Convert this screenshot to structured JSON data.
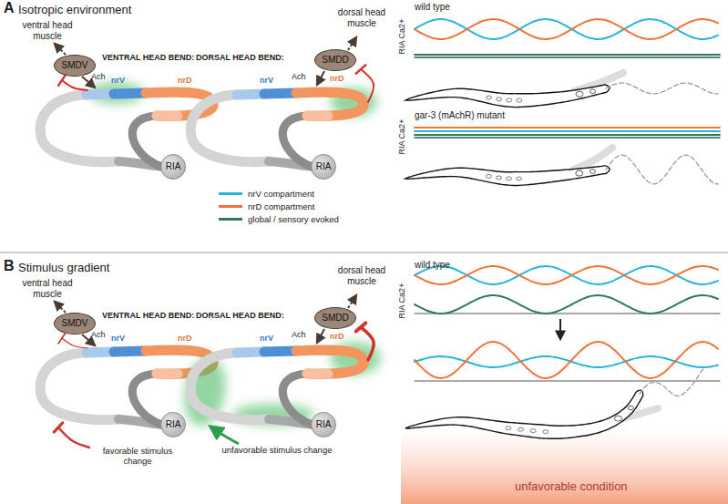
{
  "diagram": {
    "nodes": [
      {
        "text": [
          "SMDV"
        ]
      },
      {
        "text": [
          "RIA"
        ]
      },
      {
        "text": [
          "SMDD"
        ]
      },
      {
        "text": [
          "RIA"
        ]
      },
      {
        "text": [
          "SMDV"
        ]
      },
      {
        "text": [
          "RIA"
        ]
      },
      {
        "text": [
          "SMDD"
        ]
      },
      {
        "text": [
          "RIA"
        ]
      }
    ],
    "labels": [
      "A",
      "Isotropic environment",
      "ventral head muscle",
      "VENTRAL HEAD BEND:",
      "Ach",
      "nrV",
      "nrD",
      "dorsal head muscle",
      "DORSAL HEAD BEND:",
      "Ach",
      "nrV",
      "nrD",
      "wild type",
      "RIA Ca2+",
      "gar-3 (mAchR) mutant",
      "RIA Ca2+",
      "B",
      "Stimulus gradient",
      "ventral head muscle",
      "VENTRAL HEAD BEND:",
      "Ach",
      "nrV",
      "nrD",
      "favorable stimulus change",
      "dorsal head muscle",
      "DORSAL HEAD BEND:",
      "Ach",
      "nrV",
      "nrD",
      "unfavorable stimulus change",
      "wild type",
      "RIA Ca2+",
      "unfavorable condition"
    ],
    "legend": [
      {
        "text": "nrV compartment",
        "color": "#29b6d6"
      },
      {
        "text": "nrD compartment",
        "color": "#f0733a"
      },
      {
        "text": "global / sensory evoked",
        "color": "#2f7a58"
      }
    ]
  }
}
